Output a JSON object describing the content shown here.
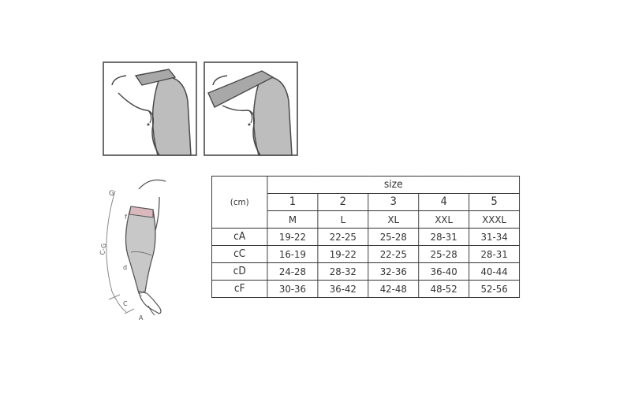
{
  "figures": {
    "shoulder_left": {
      "icon": "shoulder-strap-narrow-illustration"
    },
    "shoulder_right": {
      "icon": "shoulder-strap-wide-illustration"
    },
    "arm": {
      "icon": "arm-measurement-diagram",
      "labels": {
        "g": "G",
        "f": "f",
        "cg": "C-G",
        "d": "d",
        "c_upper": "c",
        "c_lower": "C",
        "a": "A"
      }
    }
  },
  "table": {
    "unit_label": "(cm)",
    "size_header": "size",
    "size_numbers": [
      "1",
      "2",
      "3",
      "4",
      "5"
    ],
    "size_letters": [
      "M",
      "L",
      "XL",
      "XXL",
      "XXXL"
    ],
    "rows": [
      {
        "label": "cA",
        "values": [
          "19-22",
          "22-25",
          "25-28",
          "28-31",
          "31-34"
        ]
      },
      {
        "label": "cC",
        "values": [
          "16-19",
          "19-22",
          "22-25",
          "25-28",
          "28-31"
        ]
      },
      {
        "label": "cD",
        "values": [
          "24-28",
          "28-32",
          "32-36",
          "36-40",
          "40-44"
        ]
      },
      {
        "label": "cF",
        "values": [
          "30-36",
          "36-42",
          "42-48",
          "48-52",
          "52-56"
        ]
      }
    ]
  }
}
